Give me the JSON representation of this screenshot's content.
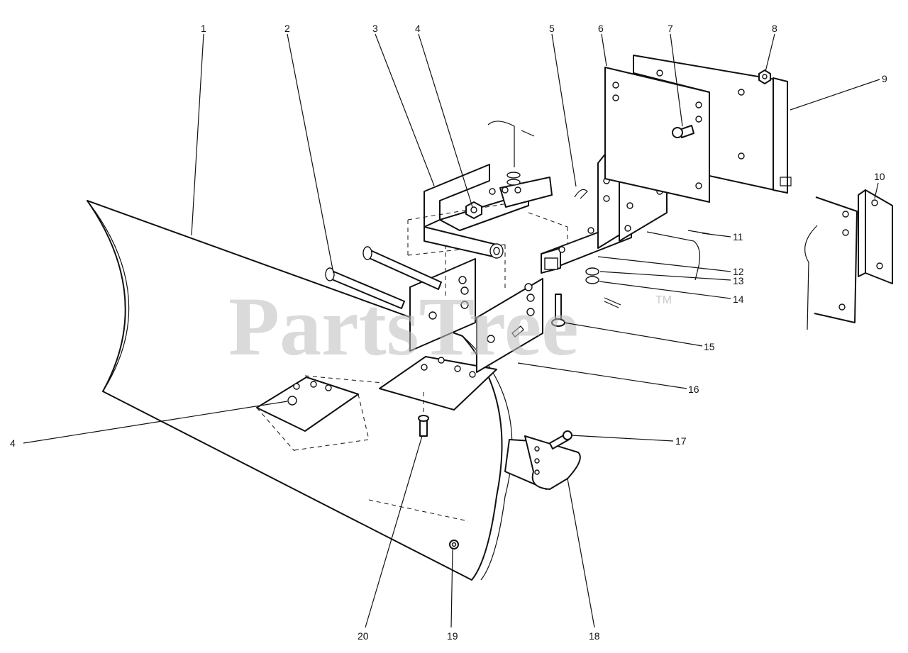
{
  "watermark": {
    "text": "PartsTree",
    "trademark": "TM"
  },
  "callouts": {
    "c1": "1",
    "c2": "2",
    "c3": "3",
    "c4_top": "4",
    "c5": "5",
    "c6": "6",
    "c7": "7",
    "c8": "8",
    "c9": "9",
    "c10": "10",
    "c11": "11",
    "c12": "12",
    "c13": "13",
    "c14": "14",
    "c15": "15",
    "c16": "16",
    "c4_left": "4",
    "c17": "17",
    "c18": "18",
    "c19": "19",
    "c20": "20"
  }
}
